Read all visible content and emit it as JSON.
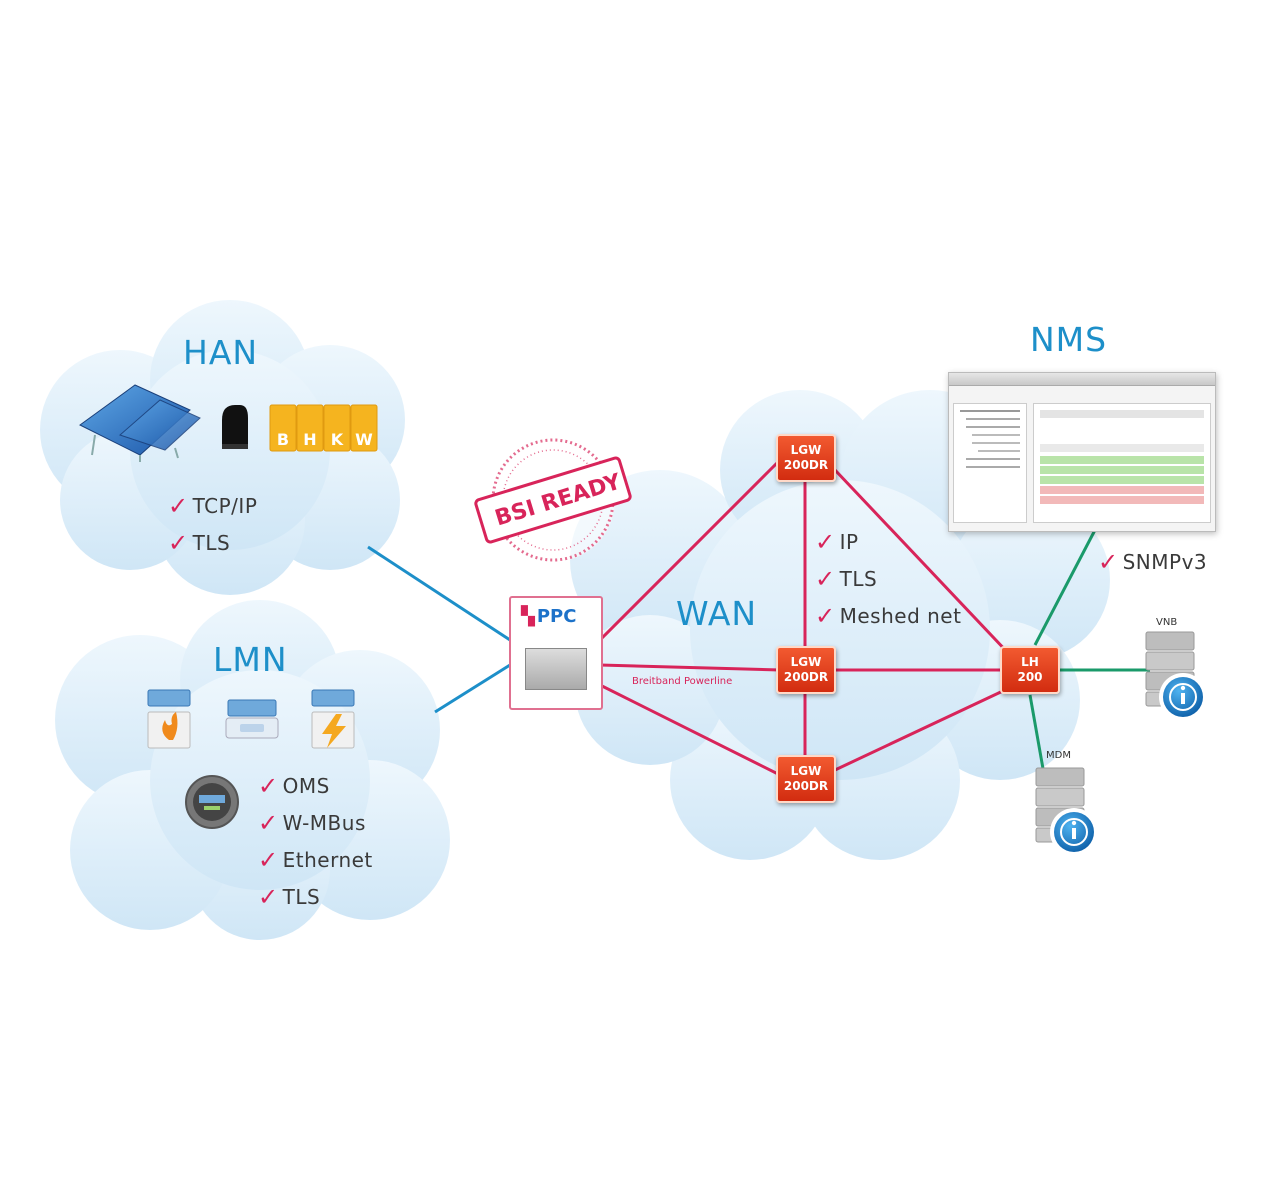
{
  "han": {
    "title": "HAN",
    "checks": [
      "TCP/IP",
      "TLS"
    ],
    "bhkw_letters": [
      "B",
      "H",
      "K",
      "W"
    ]
  },
  "lmn": {
    "title": "LMN",
    "checks": [
      "OMS",
      "W-MBus",
      "Ethernet",
      "TLS"
    ]
  },
  "wan": {
    "title": "WAN",
    "checks": [
      "IP",
      "TLS",
      "Meshed net"
    ],
    "powerline_label": "Breitband Powerline"
  },
  "nms": {
    "title": "NMS",
    "checks": [
      "SNMPv3"
    ]
  },
  "stamp": {
    "text": "BSI READY"
  },
  "gateway": {
    "logo": "PPC"
  },
  "nodes": {
    "lgw_top": [
      "LGW",
      "200DR"
    ],
    "lgw_mid": [
      "LGW",
      "200DR"
    ],
    "lgw_bottom": [
      "LGW",
      "200DR"
    ],
    "lh": [
      "LH",
      "200"
    ]
  },
  "servers": {
    "vnb": "VNB",
    "mdm": "MDM"
  },
  "colors": {
    "cloud": "#dceefa",
    "title": "#1d8fc9",
    "check": "#d8245a",
    "wan_link": "#d8245a",
    "han_link": "#1d8fc9",
    "nms_link": "#1a9a6a",
    "node": "#e23c1c"
  }
}
